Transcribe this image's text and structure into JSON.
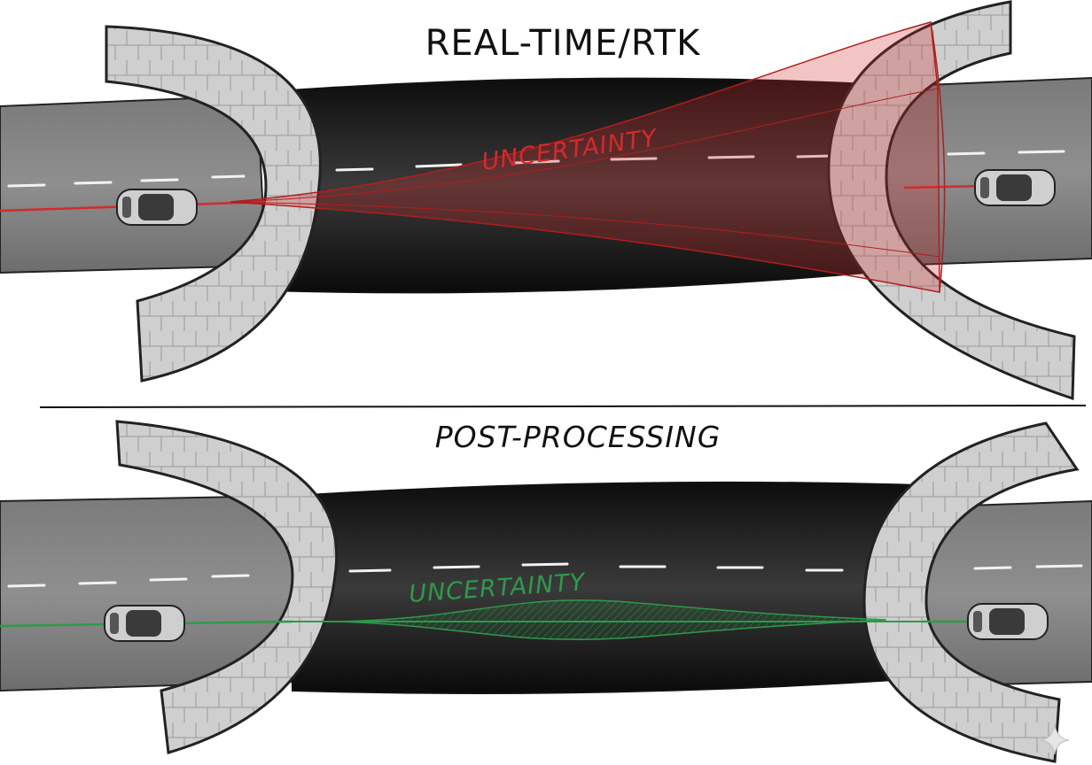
{
  "top_panel": {
    "title": "REAL-TIME/RTK",
    "uncertainty_label": "UNCERTAINTY",
    "trajectory_color": "#d42a2a"
  },
  "bottom_panel": {
    "title": "POST-PROCESSING",
    "uncertainty_label": "UNCERTAINTY",
    "trajectory_color": "#2e9a4a"
  },
  "icons": {
    "corner_mark": "sparkle-icon"
  }
}
